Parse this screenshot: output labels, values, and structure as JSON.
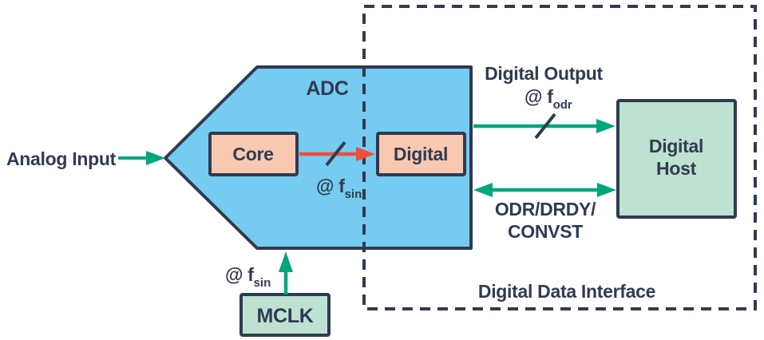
{
  "colors": {
    "adc_fill": "#76CBF0",
    "salmon_fill": "#F9C8B1",
    "green_fill": "#BFE1D1",
    "outline": "#2F3B52",
    "text": "#2F3B52",
    "signal_green": "#00A67E",
    "signal_red": "#F04E37",
    "background": "#FFFFFF"
  },
  "input": {
    "analog_label": "Analog Input"
  },
  "adc": {
    "label": "ADC",
    "core_label": "Core",
    "digital_label": "Digital",
    "core_rate_prefix": "@ f",
    "core_rate_sub": "sin"
  },
  "mclk": {
    "label": "MCLK",
    "rate_prefix": "@ f",
    "rate_sub": "sin"
  },
  "interface": {
    "label": "Digital Data Interface",
    "output_label": "Digital Output",
    "output_rate_prefix": "@ f",
    "output_rate_sub": "odr",
    "control_line1": "ODR/DRDY/",
    "control_line2": "CONVST",
    "host_line1": "Digital",
    "host_line2": "Host"
  }
}
